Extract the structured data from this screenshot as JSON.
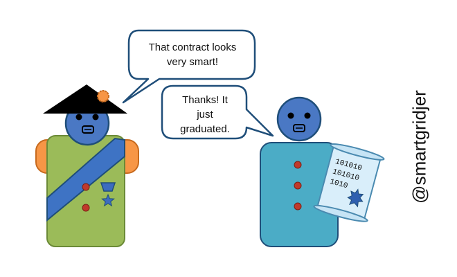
{
  "speech_bubbles": {
    "left": {
      "lines": [
        "That contract looks",
        "very smart!"
      ]
    },
    "right": {
      "lines": [
        "Thanks! It",
        "just",
        "graduated."
      ]
    }
  },
  "scroll": {
    "code_lines": [
      "101010",
      "101010",
      "1010"
    ]
  },
  "watermark": "@smartgridjer",
  "colors": {
    "outline": "#1f4e79",
    "bubble_fill": "#ffffff",
    "hat": "#000000",
    "head": "#4a78c4",
    "left_body": "#9bbb59",
    "left_body_outline": "#6b8a37",
    "sash": "#3e73c4",
    "arms": "#f79646",
    "buttons": "#c0392b",
    "badge": "#3c6cc0",
    "right_body": "#4bacc6",
    "scroll_fill": "#d9eefa",
    "seal": "#2f5fb0"
  }
}
